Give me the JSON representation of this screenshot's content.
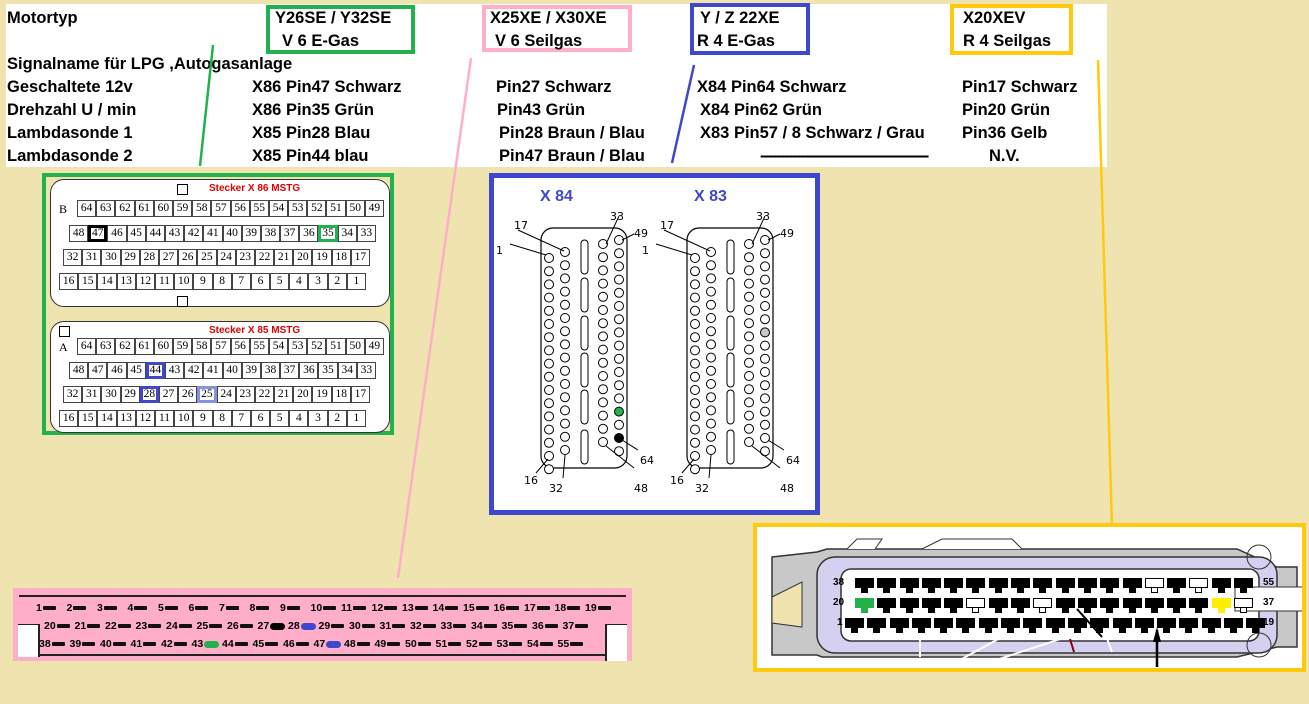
{
  "header": {
    "row_labels": {
      "motortyp": "Motortyp",
      "signalname": "Signalname für LPG ,Autogasanlage",
      "geschaltete": "Geschaltete 12v",
      "drehzahl": "Drehzahl U / min",
      "lambda1": "Lambdasonde 1",
      "lambda2": "Lambdasonde 2"
    },
    "engines": [
      {
        "model": "Y26SE / Y32SE",
        "type": "V 6 E-Gas",
        "color": "#22b14c",
        "geschaltete": "X86 Pin47 Schwarz",
        "drehzahl": "X86 Pin35 Grün",
        "lambda1": "X85 Pin28 Blau",
        "lambda2": "X85 Pin44 blau"
      },
      {
        "model": "X25XE / X30XE",
        "type": "V 6 Seilgas",
        "color": "#ffaec9",
        "geschaltete": "Pin27 Schwarz",
        "drehzahl": "Pin43 Grün",
        "lambda1": "Pin28 Braun / Blau",
        "lambda2": "Pin47 Braun / Blau"
      },
      {
        "model": "Y / Z 22XE",
        "type": "R 4 E-Gas",
        "color": "#3f48cc",
        "geschaltete": "X84 Pin64 Schwarz",
        "drehzahl": "X84 Pin62 Grün",
        "lambda1": "X83 Pin57 / 8 Schwarz / Grau",
        "lambda2": "------------------------------------------"
      },
      {
        "model": "X20XEV",
        "type": "R 4 Seilgas",
        "color": "#ffc90e",
        "geschaltete": "Pin17 Schwarz",
        "drehzahl": "Pin20 Grün",
        "lambda1": "Pin36 Gelb",
        "lambda2": "N.V."
      }
    ]
  },
  "green_connectors": {
    "x86": {
      "title": "Stecker X 86 MSTG",
      "row_label": "B",
      "rows": [
        [
          "64",
          "63",
          "62",
          "61",
          "60",
          "59",
          "58",
          "57",
          "56",
          "55",
          "54",
          "53",
          "52",
          "51",
          "50",
          "49"
        ],
        [
          "48",
          "47",
          "46",
          "45",
          "44",
          "43",
          "42",
          "41",
          "40",
          "39",
          "38",
          "37",
          "36",
          "35",
          "34",
          "33"
        ],
        [
          "32",
          "31",
          "30",
          "29",
          "28",
          "27",
          "26",
          "25",
          "24",
          "23",
          "22",
          "21",
          "20",
          "19",
          "18",
          "17"
        ],
        [
          "16",
          "15",
          "14",
          "13",
          "12",
          "11",
          "10",
          "9",
          "8",
          "7",
          "6",
          "5",
          "4",
          "3",
          "2",
          "1"
        ]
      ],
      "highlights": {
        "47": "#000000",
        "35": "#22b14c"
      }
    },
    "x85": {
      "title": "Stecker X 85  MSTG",
      "row_label": "A",
      "rows": [
        [
          "64",
          "63",
          "62",
          "61",
          "60",
          "59",
          "58",
          "57",
          "56",
          "55",
          "54",
          "53",
          "52",
          "51",
          "50",
          "49"
        ],
        [
          "48",
          "47",
          "46",
          "45",
          "44",
          "43",
          "42",
          "41",
          "40",
          "39",
          "38",
          "37",
          "36",
          "35",
          "34",
          "33"
        ],
        [
          "32",
          "31",
          "30",
          "29",
          "28",
          "27",
          "26",
          "25",
          "24",
          "23",
          "22",
          "21",
          "20",
          "19",
          "18",
          "17"
        ],
        [
          "16",
          "15",
          "14",
          "13",
          "12",
          "11",
          "10",
          "9",
          "8",
          "7",
          "6",
          "5",
          "4",
          "3",
          "2",
          "1"
        ]
      ],
      "highlights": {
        "44": "#3f48cc",
        "28": "#3f48cc",
        "25": "#8890e0"
      }
    }
  },
  "blue_connectors": {
    "x84": {
      "title": "X 84",
      "labels": {
        "p1": "1",
        "p17": "17",
        "p33": "33",
        "p49": "49",
        "p16": "16",
        "p32": "32",
        "p48": "48",
        "p64": "64"
      },
      "marked": {
        "green_pin": "62",
        "black_pin": "64"
      }
    },
    "x83": {
      "title": "X 83",
      "labels": {
        "p1": "1",
        "p17": "17",
        "p33": "33",
        "p49": "49",
        "p16": "16",
        "p32": "32",
        "p48": "48",
        "p64": "64"
      },
      "marked": {
        "grey_pin": "57"
      }
    }
  },
  "pink_connector": {
    "rows": [
      [
        "1",
        "2",
        "3",
        "4",
        "5",
        "6",
        "7",
        "8",
        "9",
        "10",
        "11",
        "12",
        "13",
        "14",
        "15",
        "16",
        "17",
        "18",
        "19"
      ],
      [
        "20",
        "21",
        "22",
        "23",
        "24",
        "25",
        "26",
        "27",
        "28",
        "29",
        "30",
        "31",
        "32",
        "33",
        "34",
        "35",
        "36",
        "37"
      ],
      [
        "38",
        "39",
        "40",
        "41",
        "42",
        "43",
        "44",
        "45",
        "46",
        "47",
        "48",
        "49",
        "50",
        "51",
        "52",
        "53",
        "54",
        "55"
      ]
    ],
    "marks": {
      "27": "#000000",
      "28": "#3f48cc",
      "43": "#22b14c",
      "47": "#3f48cc"
    }
  },
  "yellow_connector": {
    "row_numbers": {
      "top_left": "38",
      "mid_left": "20",
      "bot_left": "1",
      "top_right": "55",
      "mid_right": "37",
      "bot_right": "19"
    },
    "top_row": [
      "b",
      "b",
      "b",
      "b",
      "b",
      "b",
      "b",
      "b",
      "b",
      "b",
      "b",
      "b",
      "b",
      "w",
      "b",
      "w",
      "b",
      "b"
    ],
    "mid_row": [
      "g",
      "b",
      "b",
      "b",
      "b",
      "w",
      "b",
      "b",
      "w",
      "b",
      "b",
      "b",
      "b",
      "b",
      "b",
      "b",
      "y",
      "w"
    ],
    "bot_row": [
      "b",
      "b",
      "b",
      "b",
      "b",
      "b",
      "b",
      "b",
      "b",
      "b",
      "b",
      "b",
      "b",
      "b",
      "b",
      "b",
      "b",
      "b",
      "b"
    ]
  }
}
